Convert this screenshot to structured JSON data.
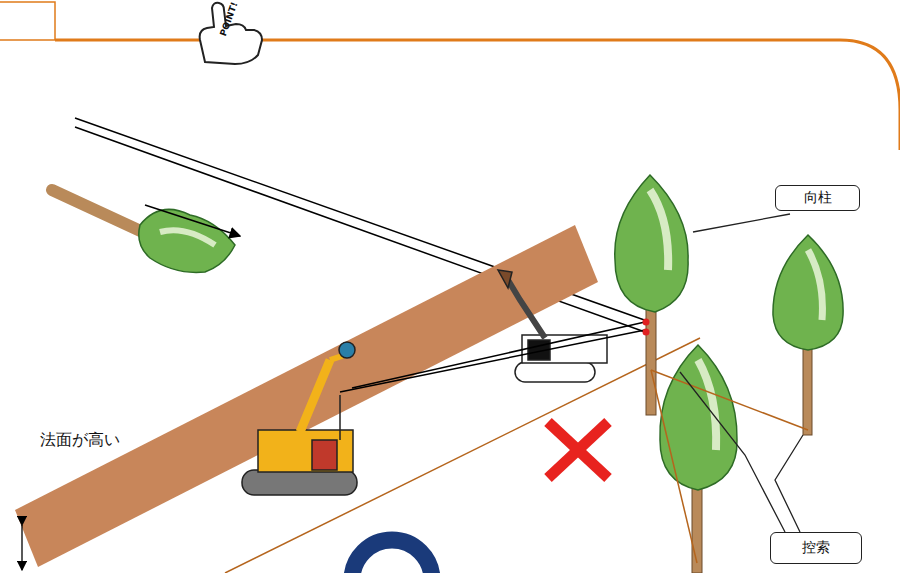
{
  "diagram": {
    "nodes": [
      {
        "text": [
          "向柱"
        ]
      },
      {
        "text": [
          "控索"
        ]
      }
    ],
    "labels": [
      "法面が高い",
      "POINT!"
    ]
  }
}
